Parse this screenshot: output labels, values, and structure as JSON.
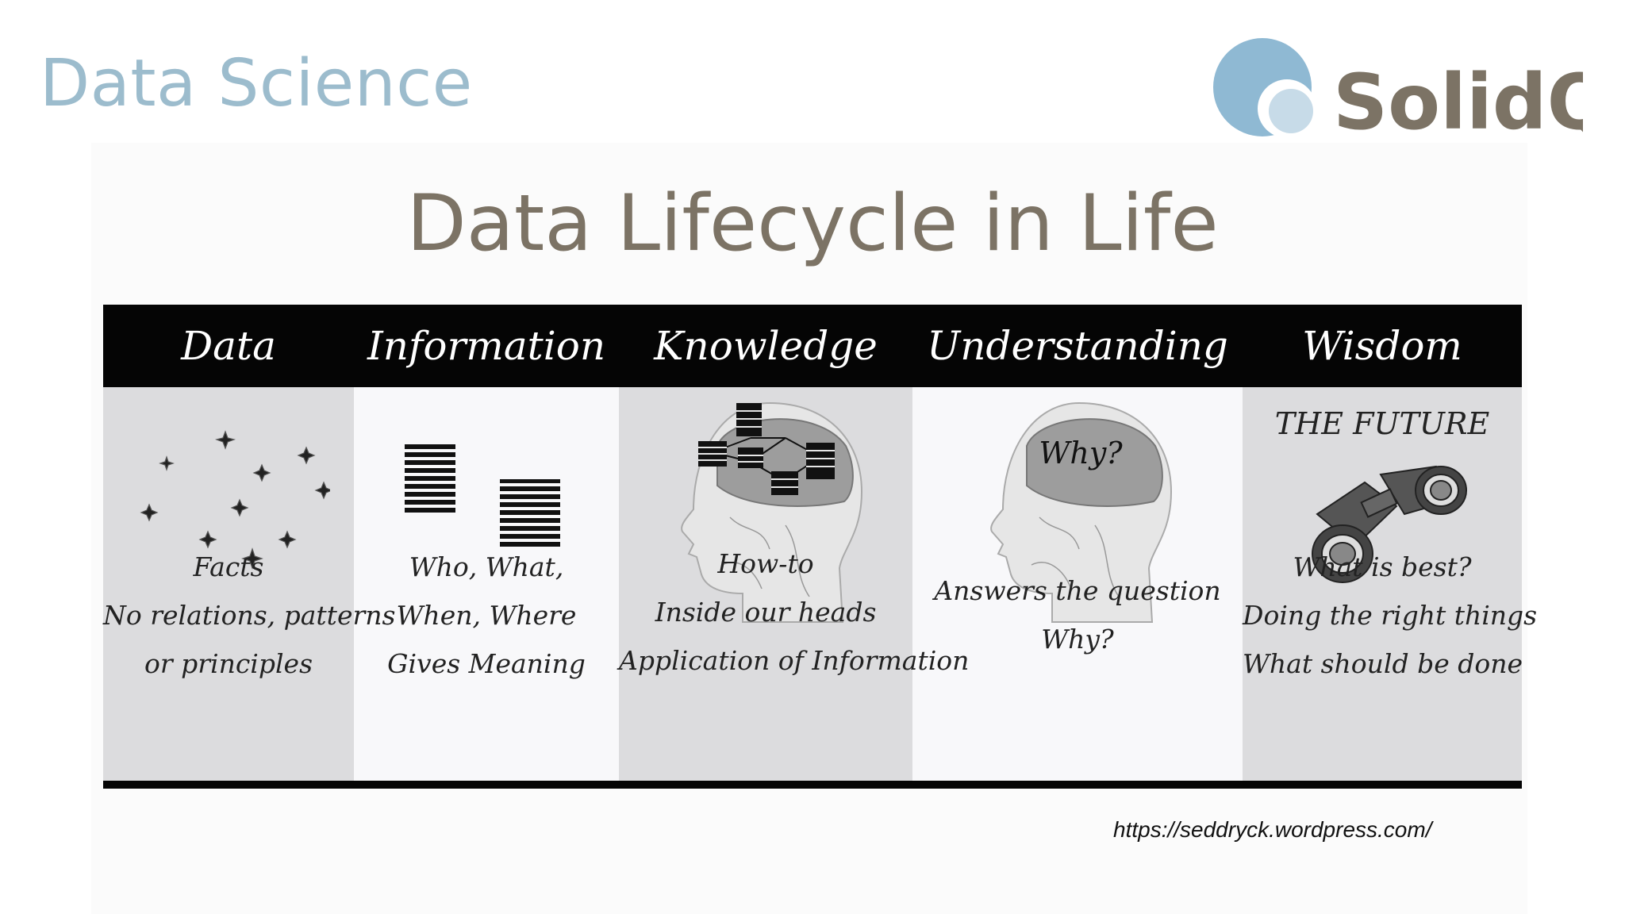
{
  "slide": {
    "section_title": "Data Science",
    "main_title": "Data Lifecycle in Life",
    "logo_text": "SolidQ",
    "source_url": "https://seddryck.wordpress.com/"
  },
  "colors": {
    "section_title": "#9cbccd",
    "main_title": "#7c7365",
    "logo_circle_large": "#8fb9d3",
    "logo_circle_small": "#c7dbe8",
    "logo_text": "#7c7365",
    "header_bg": "#050505"
  },
  "columns": [
    {
      "heading": "Data",
      "illustration": "scattered-stars",
      "captions": [
        "Facts",
        "No relations, patterns",
        "or principles"
      ]
    },
    {
      "heading": "Information",
      "illustration": "stacked-bars",
      "captions": [
        "Who, What,",
        "When, Where",
        "Gives Meaning"
      ]
    },
    {
      "heading": "Knowledge",
      "illustration": "head-with-connected-nodes",
      "captions": [
        "How-to",
        "Inside our heads",
        "Application of Information"
      ]
    },
    {
      "heading": "Understanding",
      "illustration": "head-with-question",
      "head_text": "Why?",
      "captions": [
        "Answers the question",
        "Why?"
      ]
    },
    {
      "heading": "Wisdom",
      "illustration": "binoculars",
      "illustration_text": "THE FUTURE",
      "captions": [
        "What is best?",
        "Doing the right things",
        "What should be done"
      ]
    }
  ]
}
